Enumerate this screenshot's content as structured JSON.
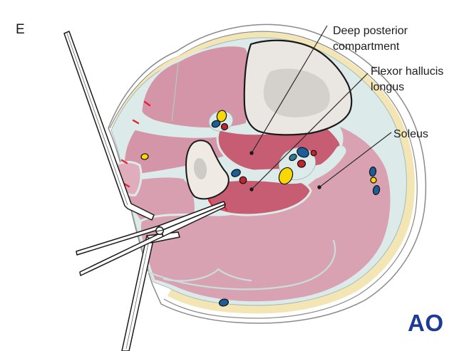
{
  "panel": {
    "letter": "E"
  },
  "labels": {
    "deep_posterior": {
      "line1": "Deep posterior",
      "line2": "compartment"
    },
    "flexor_hallucis": {
      "line1": "Flexor hallucis",
      "line2": "longus"
    },
    "soleus": {
      "text": "Soleus"
    }
  },
  "logo": {
    "text": "AO"
  },
  "palette": {
    "skin": "#f4e6b4",
    "fascia": "#dcebe9",
    "muscle_pink": "#d495a8",
    "muscle_light_pink": "#d9a2b2",
    "deep_compartment_rose": "#c75d72",
    "bone_cortex": "#eae6e1",
    "bone_marrow": "#d4d0cb",
    "nerve_yellow": "#f8d703",
    "vein_blue": "#1c5e97",
    "artery_red": "#c2242e",
    "cut_mark_red": "#e8212f",
    "outline_gray": "#8b8b8b",
    "logo_blue": "#1d3a96"
  }
}
